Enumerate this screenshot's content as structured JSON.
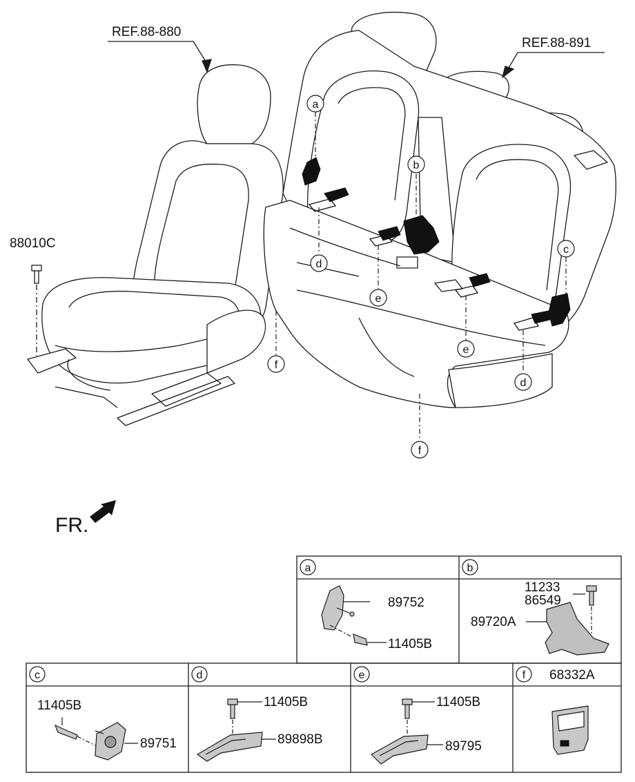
{
  "references": {
    "front_seat": "REF.88-880",
    "rear_seat": "REF.88-891"
  },
  "front_bolt_label": "88010C",
  "direction_label": "FR.",
  "callouts": {
    "a": "a",
    "b": "b",
    "c": "c",
    "d": "d",
    "e": "e",
    "f": "f"
  },
  "panels": {
    "a": {
      "letter": "a",
      "part1": "89752",
      "part2": "11405B"
    },
    "b": {
      "letter": "b",
      "part1": "11233",
      "part2": "86549",
      "part3": "89720A"
    },
    "c": {
      "letter": "c",
      "part1": "11405B",
      "part2": "89751"
    },
    "d": {
      "letter": "d",
      "part1": "11405B",
      "part2": "89898B"
    },
    "e": {
      "letter": "e",
      "part1": "11405B",
      "part2": "89795"
    },
    "f": {
      "letter": "f",
      "part1": "68332A"
    }
  },
  "colors": {
    "line": "#1a1a1a",
    "part_fill": "#bfbfbf",
    "dark_part": "#111111"
  }
}
